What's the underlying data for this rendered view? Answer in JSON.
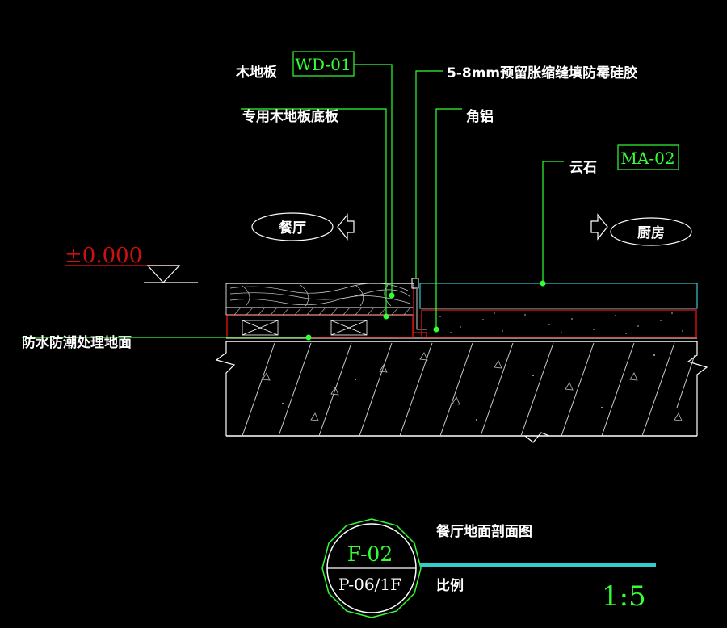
{
  "labels": {
    "wood_floor": "木地板",
    "wood_floor_code": "WD-01",
    "gap": "5-8mm预留胀缩缝填防霉硅胶",
    "wood_base": "专用木地板底板",
    "angle_al": "角铝",
    "marble": "云石",
    "marble_code": "MA-02",
    "dining": "餐厅",
    "kitchen": "厨房",
    "level": "±0.000",
    "waterproof": "防水防潮处理地面"
  },
  "title_block": {
    "drawing_no": "F-02",
    "sheet_ref": "P-06/1F",
    "title": "餐厅地面剖面图",
    "scale_label": "比例",
    "scale": "1:5"
  },
  "colors": {
    "background": "#000000",
    "leader": "#33ff33",
    "red": "#cc1111",
    "cyan": "#33cccc",
    "white": "#ffffff"
  }
}
